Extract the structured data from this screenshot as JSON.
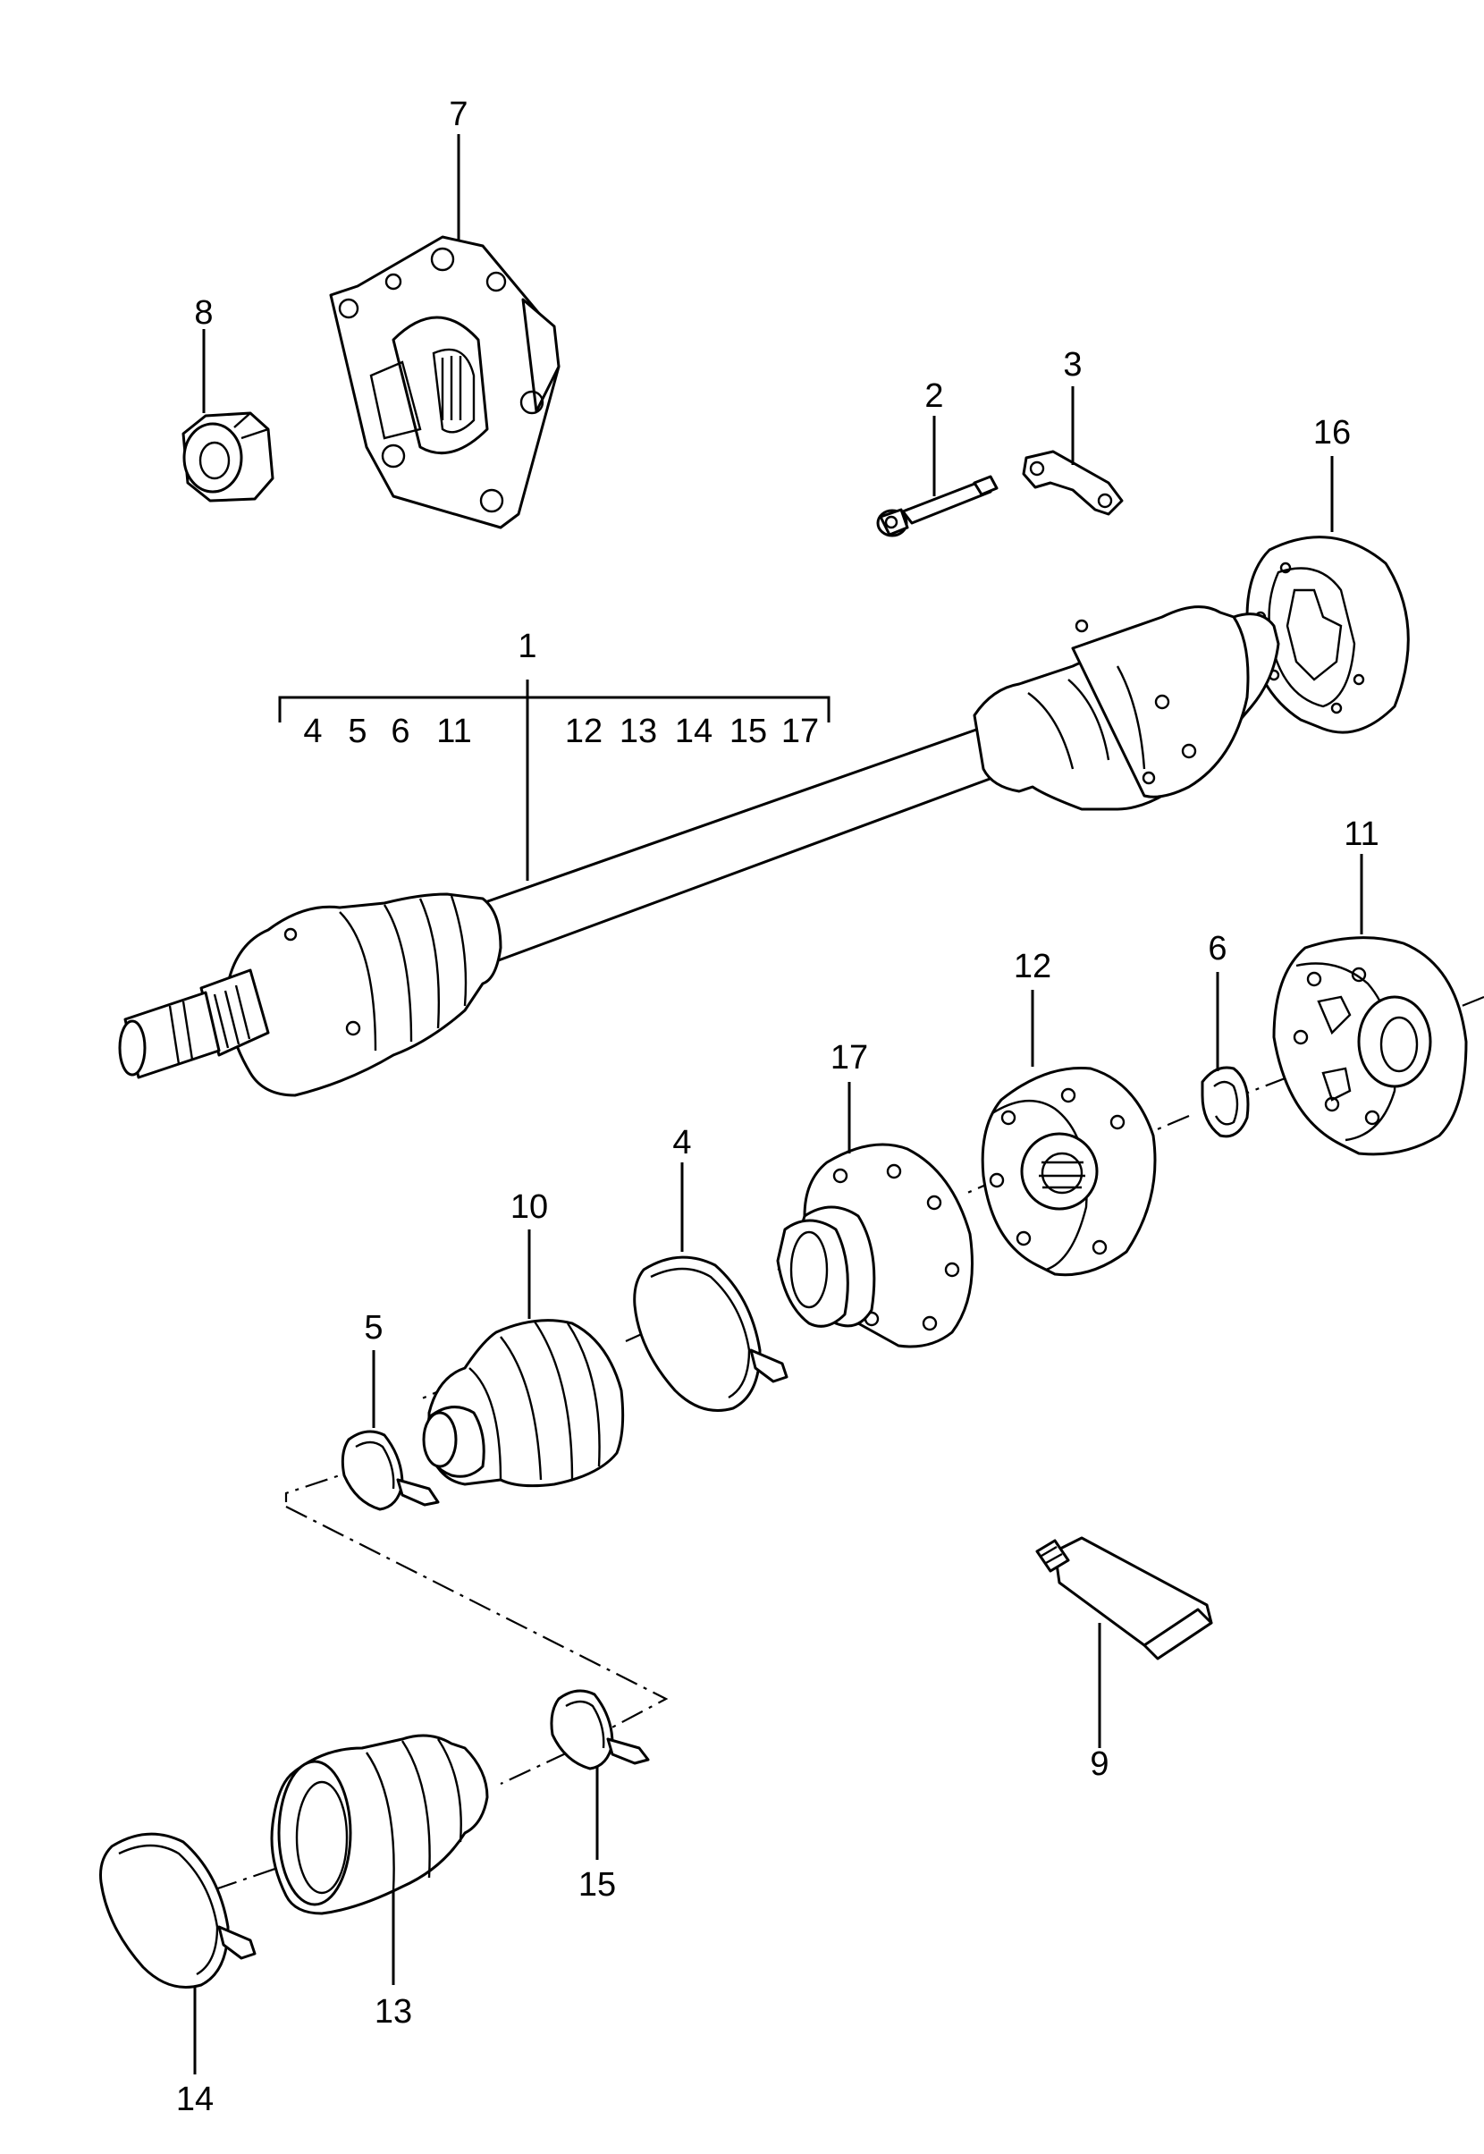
{
  "diagram": {
    "callouts": {
      "c1": "1",
      "c2": "2",
      "c3": "3",
      "c4": "4",
      "c5": "5",
      "c6": "6",
      "c7": "7",
      "c8": "8",
      "c9": "9",
      "c10": "10",
      "c11": "11",
      "c12": "12",
      "c13": "13",
      "c14": "14",
      "c15": "15",
      "c16": "16",
      "c17": "17"
    },
    "assembly_group": {
      "left_items": [
        "4",
        "5",
        "6",
        "11"
      ],
      "right_items": [
        "12",
        "13",
        "14",
        "15",
        "17"
      ]
    }
  }
}
